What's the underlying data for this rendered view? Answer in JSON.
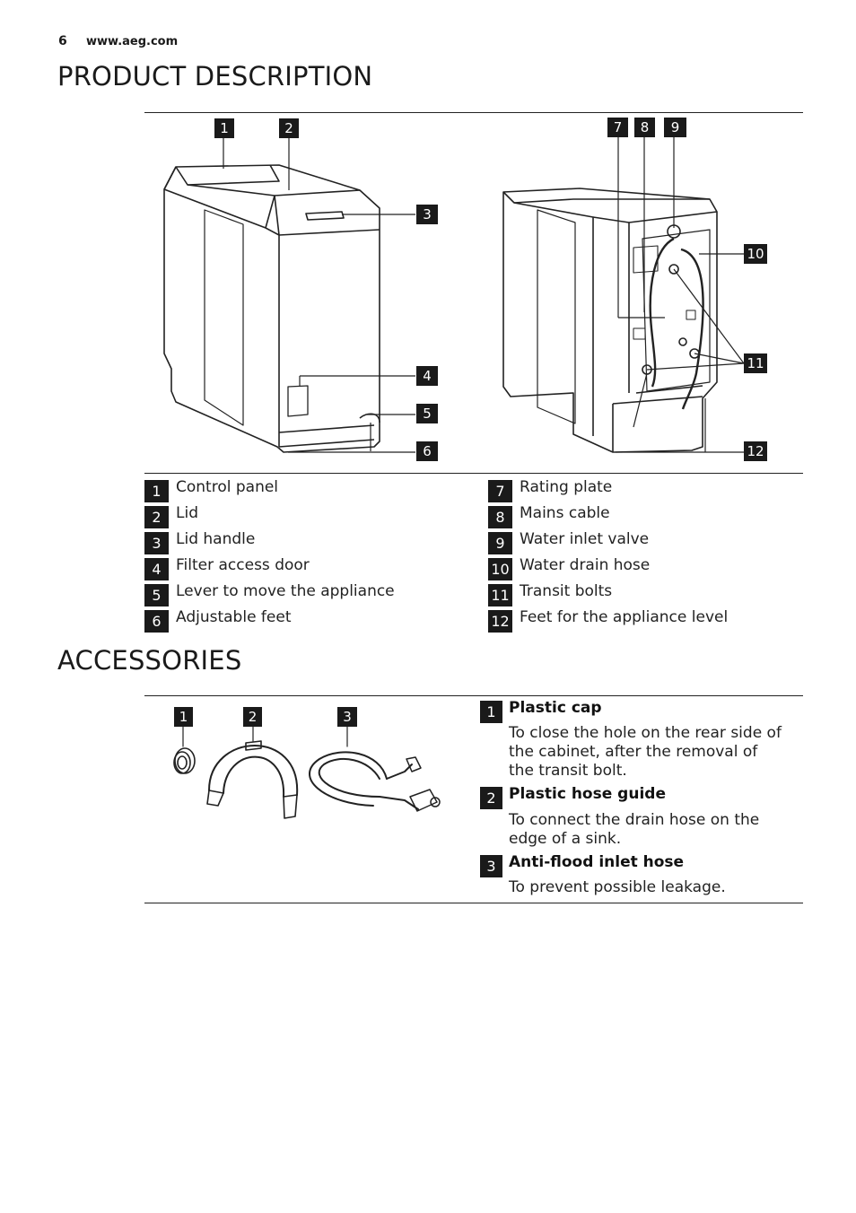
{
  "header": {
    "page_number": "6",
    "website": "www.aeg.com"
  },
  "product_description": {
    "title": "PRODUCT DESCRIPTION",
    "diagram_callouts": [
      "1",
      "2",
      "3",
      "4",
      "5",
      "6",
      "7",
      "8",
      "9",
      "10",
      "11",
      "12"
    ],
    "legend_left": [
      {
        "num": "1",
        "label": "Control panel"
      },
      {
        "num": "2",
        "label": "Lid"
      },
      {
        "num": "3",
        "label": "Lid handle"
      },
      {
        "num": "4",
        "label": "Filter access door"
      },
      {
        "num": "5",
        "label": "Lever to move the appliance"
      },
      {
        "num": "6",
        "label": "Adjustable feet"
      }
    ],
    "legend_right": [
      {
        "num": "7",
        "label": "Rating plate"
      },
      {
        "num": "8",
        "label": "Mains cable"
      },
      {
        "num": "9",
        "label": "Water inlet valve"
      },
      {
        "num": "10",
        "label": "Water drain hose"
      },
      {
        "num": "11",
        "label": "Transit bolts"
      },
      {
        "num": "12",
        "label": "Feet for the appliance level"
      }
    ]
  },
  "accessories": {
    "title": "ACCESSORIES",
    "callouts": [
      "1",
      "2",
      "3"
    ],
    "items": [
      {
        "num": "1",
        "title": "Plastic cap",
        "description": "To close the hole on the rear side of the cabinet, after the removal of the transit bolt."
      },
      {
        "num": "2",
        "title": "Plastic hose guide",
        "description": "To connect the drain hose on the edge of a sink."
      },
      {
        "num": "3",
        "title": "Anti-flood inlet hose",
        "description": "To prevent possible leakage."
      }
    ]
  }
}
